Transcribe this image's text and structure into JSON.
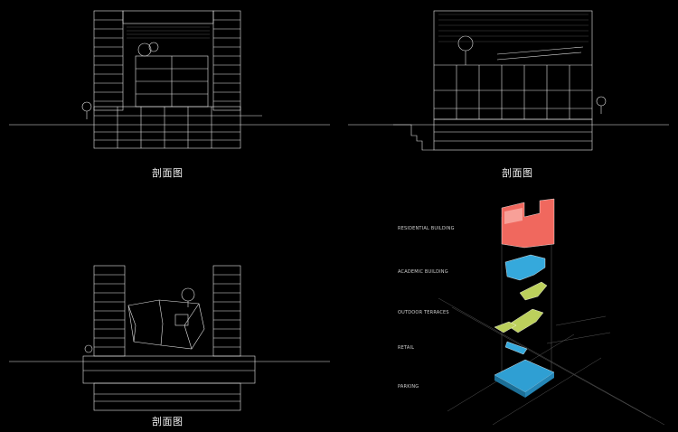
{
  "sections": [
    {
      "caption": "剖面图"
    },
    {
      "caption": "剖面图"
    },
    {
      "caption": "剖面图"
    }
  ],
  "exploded_axonometric": {
    "layers": [
      {
        "label": "RESIDENTIAL BUILDING",
        "color": "#f0685e"
      },
      {
        "label": "ACADEMIC BUILDING",
        "color": "#35a9dc"
      },
      {
        "label": "OUTDOOR TERRACES",
        "color": "#bcd05c"
      },
      {
        "label": "RETAIL",
        "color": "#35a9dc"
      },
      {
        "label": "PARKING",
        "color": "#2f9fd3"
      }
    ]
  },
  "colors": {
    "background": "#000000",
    "line": "#e6e6e6",
    "accent_red": "#f0685e",
    "accent_blue": "#35a9dc",
    "accent_green": "#bcd05c"
  }
}
